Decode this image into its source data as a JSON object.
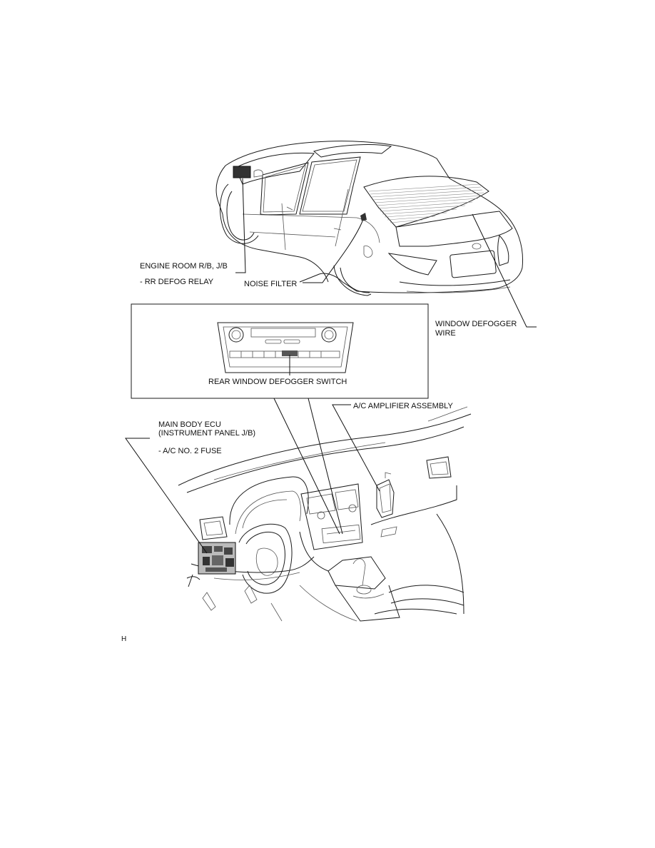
{
  "labels": {
    "engine_room": "ENGINE ROOM R/B, J/B",
    "rr_defog_relay": "- RR DEFOG RELAY",
    "noise_filter": "NOISE FILTER",
    "window_defogger_line1": "WINDOW DEFOGGER",
    "window_defogger_line2": "WIRE",
    "rear_window_switch": "REAR WINDOW DEFOGGER SWITCH",
    "ac_amplifier": "A/C AMPLIFIER ASSEMBLY",
    "main_body_line1": "MAIN BODY ECU",
    "main_body_line2": "(INSTRUMENT PANEL J/B)",
    "ac_fuse": "- A/C NO. 2 FUSE",
    "figure_code": "H"
  }
}
